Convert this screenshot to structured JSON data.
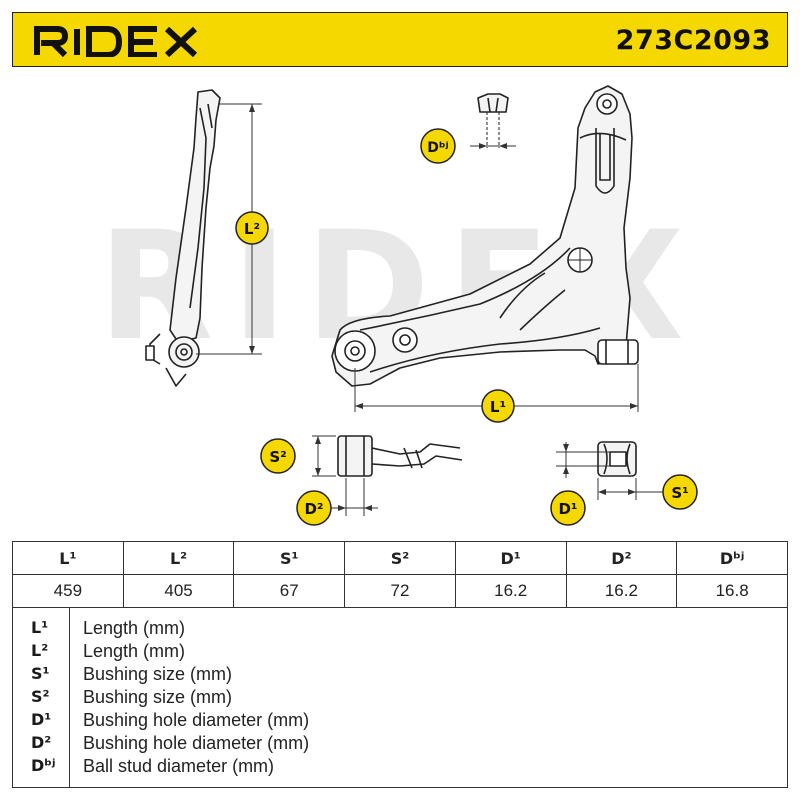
{
  "brand": {
    "logo_text": "RIDEX",
    "accent_color": "#f5d800"
  },
  "part_number": "273C2093",
  "watermark_text": "RIDEX",
  "dimension_labels": {
    "l1": "L¹",
    "l2": "L²",
    "s1": "S¹",
    "s2": "S²",
    "d1": "D¹",
    "d2": "D²",
    "dbj": "Dᵇʲ"
  },
  "table": {
    "headers": [
      "L¹",
      "L²",
      "S¹",
      "S²",
      "D¹",
      "D²",
      "Dᵇʲ"
    ],
    "values": [
      "459",
      "405",
      "67",
      "72",
      "16.2",
      "16.2",
      "16.8"
    ]
  },
  "legend": [
    {
      "symbol": "L¹",
      "description": "Length (mm)"
    },
    {
      "symbol": "L²",
      "description": "Length (mm)"
    },
    {
      "symbol": "S¹",
      "description": "Bushing size (mm)"
    },
    {
      "symbol": "S²",
      "description": "Bushing size (mm)"
    },
    {
      "symbol": "D¹",
      "description": "Bushing hole diameter (mm)"
    },
    {
      "symbol": "D²",
      "description": "Bushing hole diameter (mm)"
    },
    {
      "symbol": "Dᵇʲ",
      "description": "Ball stud diameter (mm)"
    }
  ]
}
